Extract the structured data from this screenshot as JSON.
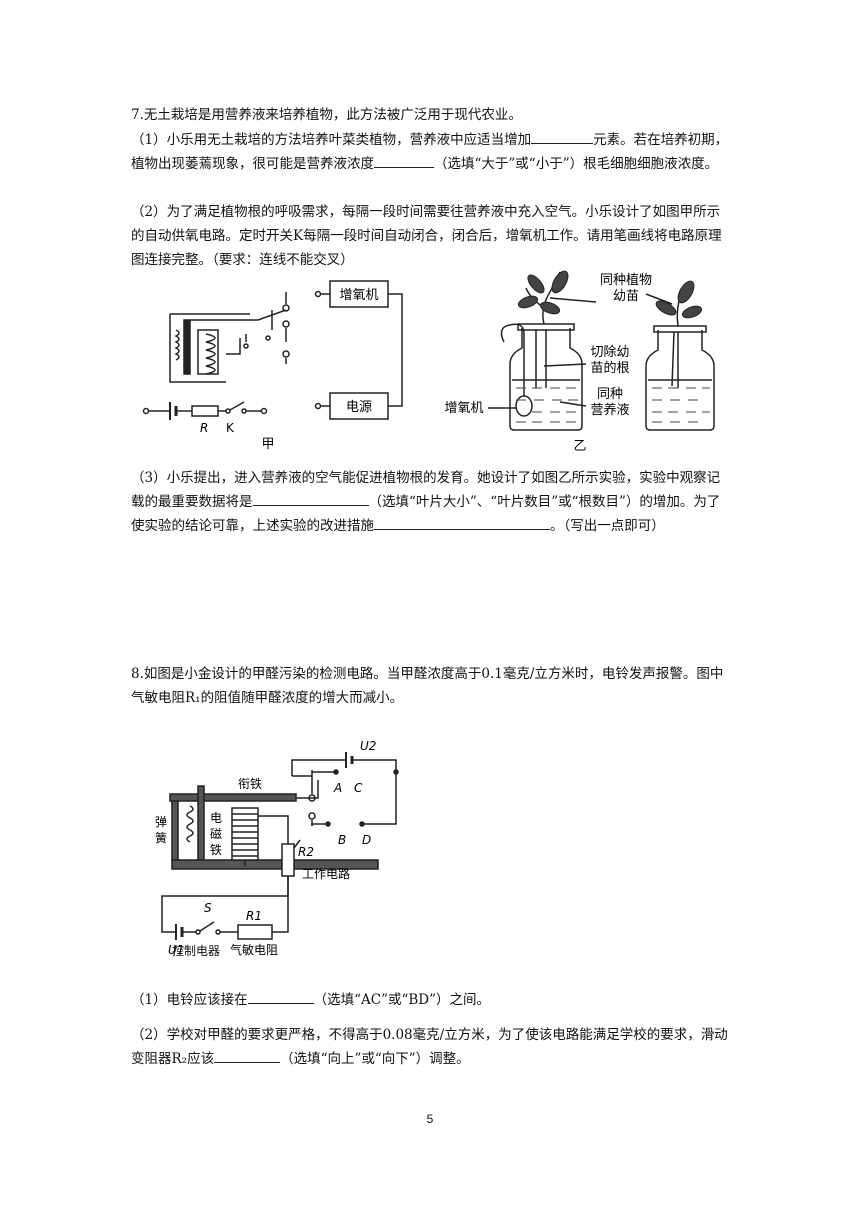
{
  "q7": {
    "stem": "7.无土栽培是用营养液来培养植物，此方法被广泛用于现代农业。",
    "p1a": "（1）小乐用无土栽培的方法培养叶菜类植物，营养液中应适当增加",
    "p1b": "元素。若在培养初期，植物出现萎蔫现象，很可能是营养液浓度",
    "p1c": "（选填“大于”或“小于”）根毛细胞细胞液浓度。",
    "p2": "（2）为了满足植物根的呼吸需求，每隔一段时间需要往营养液中充入空气。小乐设计了如图甲所示的自动供氧电路。定时开关K每隔一段时间自动闭合，闭合后，增氧机工作。请用笔画线将电路原理图连接完整。（要求：连线不能交叉）",
    "p3a": "（3）小乐提出，进入营养液的空气能促进植物根的发育。她设计了如图乙所示实验，实验中观察记载的最重要数据将是",
    "p3b": "（选填“叶片大小”、“叶片数目”或“根数目”）的增加。为了使实验的结论可靠，上述实验的改进措施",
    "p3c": "。（写出一点即可）",
    "fig_jia": {
      "oxygen": "增氧机",
      "power": "电源",
      "R": "R",
      "K": "K",
      "caption": "甲"
    },
    "fig_yi": {
      "plant1": "同种植物",
      "plant2": "幼苗",
      "cut1": "切除幼",
      "cut2": "苗的根",
      "aerator": "增氧机",
      "liquid1": "同种",
      "liquid2": "营养液",
      "caption": "乙"
    }
  },
  "q8": {
    "stem": "8.如图是小金设计的甲醛污染的检测电路。当甲醛浓度高于0.1毫克/立方米时，电铃发声报警。图中气敏电阻R₁的阻值随甲醛浓度的增大而减小。",
    "fig": {
      "armature": "衔铁",
      "spring": [
        "弹",
        "簧"
      ],
      "magnet": [
        "电",
        "磁",
        "铁"
      ],
      "U2": "U2",
      "A": "A",
      "C": "C",
      "B": "B",
      "D": "D",
      "R2": "R2",
      "work": "工作电路",
      "S": "S",
      "R1": "R1",
      "U1": "U1",
      "gas": "气敏电阻",
      "control": "控制电器"
    },
    "p1a": "（1）电铃应该接在",
    "p1b": "（选填“AC”或“BD”）之间。",
    "p2a": "（2）学校对甲醛的要求更严格，不得高于0.08毫克/立方米，为了使该电路能满足学校的要求，滑动变阻器R₂应该",
    "p2b": "（选填“向上”或“向下”）调整。"
  },
  "page_number": "5"
}
